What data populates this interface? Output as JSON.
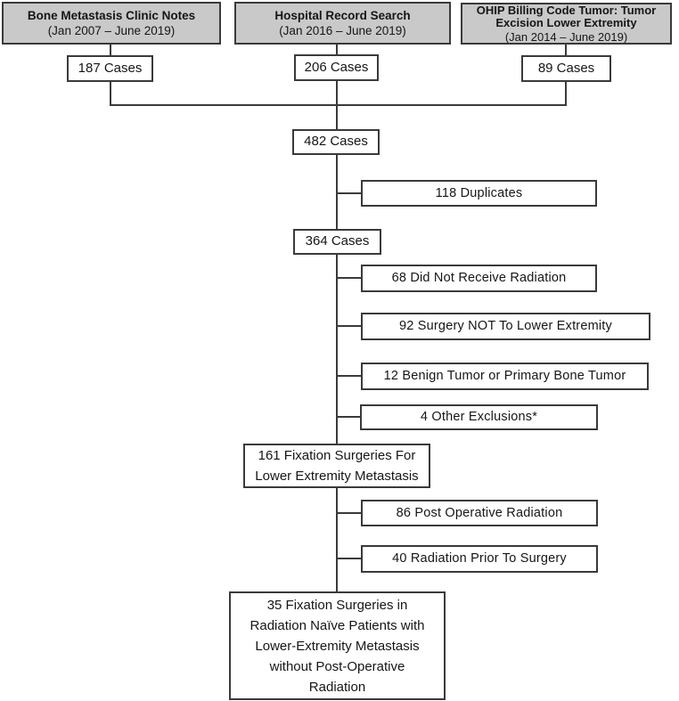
{
  "flow": {
    "sources": [
      {
        "title": "Bone Metastasis Clinic Notes",
        "period": "(Jan 2007 – June 2019)",
        "cases": "187 Cases"
      },
      {
        "title": "Hospital Record Search",
        "period": "(Jan 2016 – June 2019)",
        "cases": "206 Cases"
      },
      {
        "title": "OHIP Billing Code Tumor: Tumor Excision Lower Extremity",
        "period": "(Jan 2014 – June 2019)",
        "cases": "89 Cases"
      }
    ],
    "pooled_cases": "482 Cases",
    "duplicates": "118 Duplicates",
    "deduplicated_cases": "364 Cases",
    "exclusions": [
      "68 Did Not Receive Radiation",
      "92 Surgery NOT To Lower Extremity",
      "12 Benign Tumor or Primary Bone Tumor",
      "4 Other Exclusions*"
    ],
    "fixation_surgeries": "161 Fixation Surgeries For\nLower Extremity Metastasis",
    "post_surgery_exclusions": [
      "86 Post Operative Radiation",
      "40 Radiation Prior To Surgery"
    ],
    "final_cohort": "35 Fixation Surgeries in\nRadiation Naïve Patients with\nLower-Extremity Metastasis\nwithout Post-Operative\nRadiation"
  },
  "colors": {
    "header_fill": "#c9c9c9",
    "box_fill": "#ffffff",
    "border": "#3a3a3a",
    "line": "#3a3a3a",
    "text": "#161616"
  }
}
